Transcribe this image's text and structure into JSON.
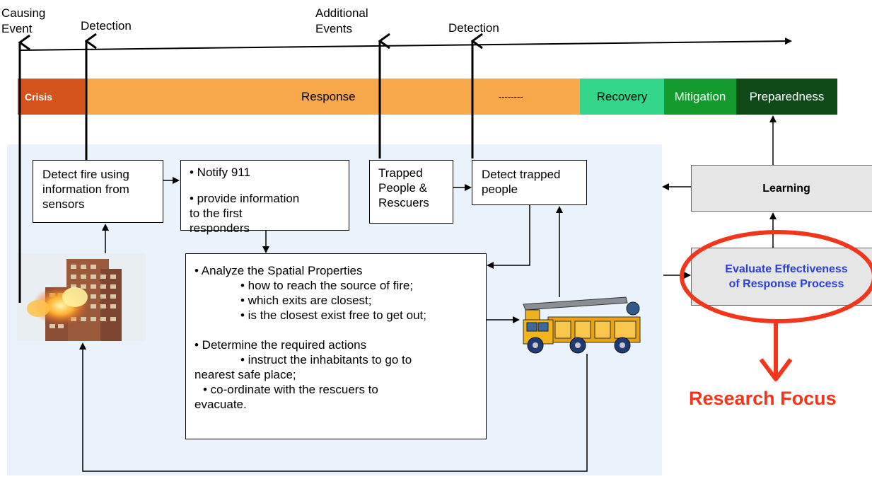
{
  "timeline": {
    "causing_event": [
      "Causing",
      "Event"
    ],
    "detection_1": "Detection",
    "additional_events": [
      "Additional",
      "Events"
    ],
    "detection_2": "Detection"
  },
  "phases": {
    "crisis": "Crisis",
    "response": "Response",
    "dashes": "--------",
    "recovery": "Recovery",
    "mitigation": "Mitigation",
    "preparedness": "Preparedness"
  },
  "boxes": {
    "detect_fire": [
      "Detect fire using",
      "information from",
      "sensors"
    ],
    "notify": {
      "line1": "• Notify 911",
      "line2": "• provide information",
      "line3": "to      the first",
      "line4": "responders"
    },
    "trapped_people": [
      "Trapped",
      "People &",
      "Rescuers"
    ],
    "detect_trapped": [
      "Detect trapped",
      "people"
    ],
    "analyze": {
      "heading1": "• Analyze the Spatial Properties",
      "sub1": "• how to reach the source of fire;",
      "sub2": "• which exits are closest;",
      "sub3": "• is the closest exist free to get out;",
      "heading2": "• Determine the required actions",
      "sub4a": "• instruct the inhabitants to go to",
      "sub4b": "nearest safe place;",
      "sub5a": "• co-ordinate with the rescuers to",
      "sub5b": "evacuate."
    },
    "learning": "Learning",
    "evaluate": [
      "Evaluate Effectiveness",
      "of Response Process"
    ]
  },
  "research_focus": "Research Focus",
  "colors": {
    "crisis": "#d4531a",
    "response": "#f6a84a",
    "recovery": "#33d68a",
    "mitigation": "#149b2e",
    "preparedness": "#0e4a17",
    "panel": "#eaf3fb",
    "evaluate_text": "#2b3fd9",
    "focus_red": "#f2361c"
  },
  "icons": [
    "burning-building-illustration",
    "fire-truck-illustration"
  ]
}
